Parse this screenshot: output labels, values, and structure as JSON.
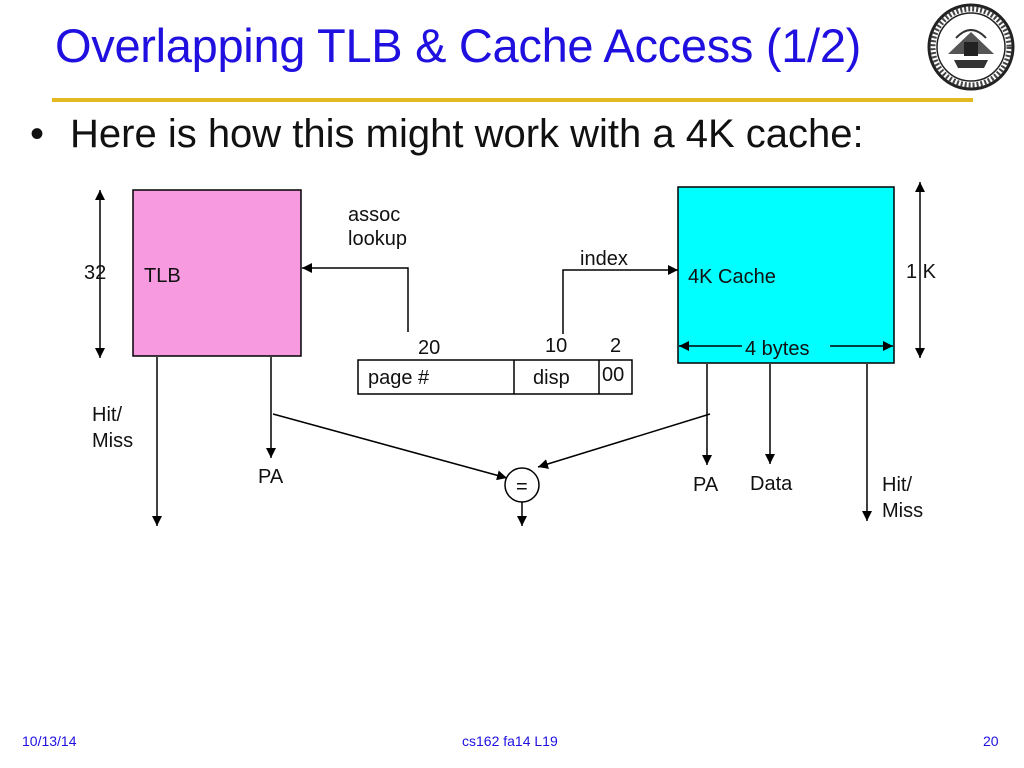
{
  "slide": {
    "title": "Overlapping TLB & Cache Access (1/2)",
    "bullet": "Here is how this might work with a 4K cache:"
  },
  "diagram": {
    "tlb": {
      "label": "TLB",
      "height_label": "32",
      "fill": "#f79ae0"
    },
    "assoc_lookup": [
      "assoc",
      "lookup"
    ],
    "index_label": "index",
    "cache": {
      "label": "4K Cache",
      "height_label": "1 K",
      "width_label": "4 bytes",
      "fill": "#00ffff"
    },
    "address": {
      "widths": [
        "20",
        "10",
        "2"
      ],
      "fields": [
        "page #",
        "disp",
        "00"
      ]
    },
    "tlb_outputs": {
      "hit_miss": [
        "Hit/",
        "Miss"
      ],
      "pa": "PA"
    },
    "comparator": "=",
    "cache_outputs": {
      "pa": "PA",
      "data": "Data",
      "hit_miss": [
        "Hit/",
        "Miss"
      ]
    }
  },
  "footer": {
    "date": "10/13/14",
    "course": "cs162 fa14 L19",
    "page": "20"
  },
  "colors": {
    "title": "#1f10e0",
    "rule": "#e3b821"
  }
}
